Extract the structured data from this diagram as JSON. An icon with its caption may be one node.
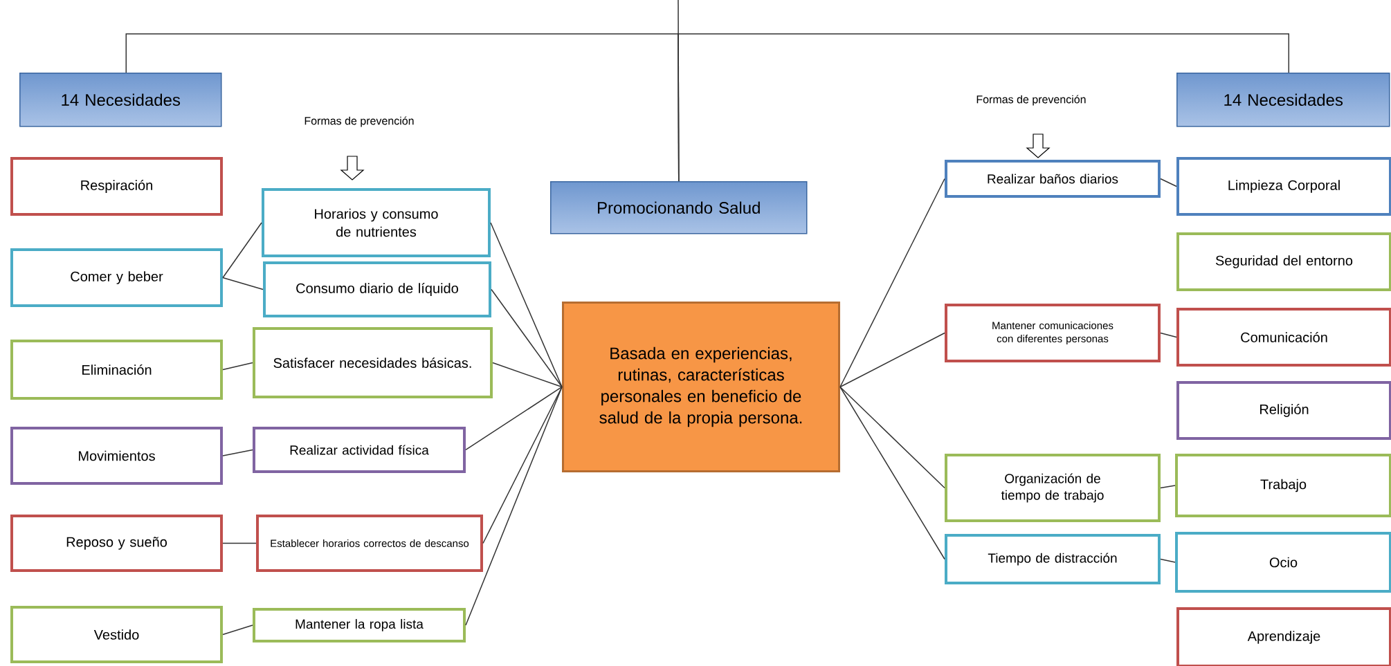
{
  "diagram": {
    "nodes": [
      {
        "text": [
          "14 Necesidades"
        ]
      },
      {
        "text": [
          "Respiración"
        ]
      },
      {
        "text": [
          "Comer y beber"
        ]
      },
      {
        "text": [
          "Eliminación"
        ]
      },
      {
        "text": [
          "Movimientos"
        ]
      },
      {
        "text": [
          "Reposo y sueño"
        ]
      },
      {
        "text": [
          "Vestido"
        ]
      },
      {
        "text": [
          "Horarios y consumo de nutrientes"
        ]
      },
      {
        "text": [
          "Consumo diario de líquido"
        ]
      },
      {
        "text": [
          "Satisfacer necesidades básicas."
        ]
      },
      {
        "text": [
          "Realizar actividad física"
        ]
      },
      {
        "text": [
          "Establecer horarios correctos de descanso"
        ]
      },
      {
        "text": [
          "Mantener la ropa lista"
        ]
      },
      {
        "text": [
          "Promocionando Salud"
        ]
      },
      {
        "text": [
          "Basada en experiencias, rutinas, características personales en beneficio de salud de la propia persona."
        ]
      },
      {
        "text": [
          "Realizar baños diarios"
        ]
      },
      {
        "text": [
          "Mantener comunicaciones con diferentes personas"
        ]
      },
      {
        "text": [
          "Organización de tiempo de trabajo"
        ]
      },
      {
        "text": [
          "Tiempo de distracción"
        ]
      },
      {
        "text": [
          "14 Necesidades"
        ]
      },
      {
        "text": [
          "Limpieza Corporal"
        ]
      },
      {
        "text": [
          "Seguridad del entorno"
        ]
      },
      {
        "text": [
          "Comunicación"
        ]
      },
      {
        "text": [
          "Religión"
        ]
      },
      {
        "text": [
          "Trabajo"
        ]
      },
      {
        "text": [
          "Ocio"
        ]
      },
      {
        "text": [
          "Aprendizaje"
        ]
      }
    ],
    "edges": [
      {
        "from": null,
        "to": 13,
        "arrow": "none"
      },
      {
        "from": 13,
        "to": 0,
        "arrow": "none"
      },
      {
        "from": 13,
        "to": 19,
        "arrow": "none"
      },
      {
        "from": 2,
        "to": 7,
        "arrow": "none"
      },
      {
        "from": 2,
        "to": 8,
        "arrow": "none"
      },
      {
        "from": 3,
        "to": 9,
        "arrow": "none"
      },
      {
        "from": 4,
        "to": 10,
        "arrow": "none"
      },
      {
        "from": 5,
        "to": 11,
        "arrow": "none"
      },
      {
        "from": 6,
        "to": 12,
        "arrow": "none"
      },
      {
        "from": 7,
        "to": 14,
        "arrow": "none"
      },
      {
        "from": 8,
        "to": 14,
        "arrow": "none"
      },
      {
        "from": 9,
        "to": 14,
        "arrow": "none"
      },
      {
        "from": 10,
        "to": 14,
        "arrow": "none"
      },
      {
        "from": 11,
        "to": 14,
        "arrow": "none"
      },
      {
        "from": 12,
        "to": 14,
        "arrow": "none"
      },
      {
        "from": 14,
        "to": 15,
        "arrow": "none"
      },
      {
        "from": 14,
        "to": 16,
        "arrow": "none"
      },
      {
        "from": 14,
        "to": 17,
        "arrow": "none"
      },
      {
        "from": 14,
        "to": 18,
        "arrow": "none"
      },
      {
        "from": 15,
        "to": 20,
        "arrow": "none"
      },
      {
        "from": 16,
        "to": 22,
        "arrow": "none"
      },
      {
        "from": 17,
        "to": 24,
        "arrow": "none"
      },
      {
        "from": 18,
        "to": 25,
        "arrow": "none"
      }
    ],
    "labels": [
      "Formas de prevención",
      "Formas de prevención"
    ]
  }
}
